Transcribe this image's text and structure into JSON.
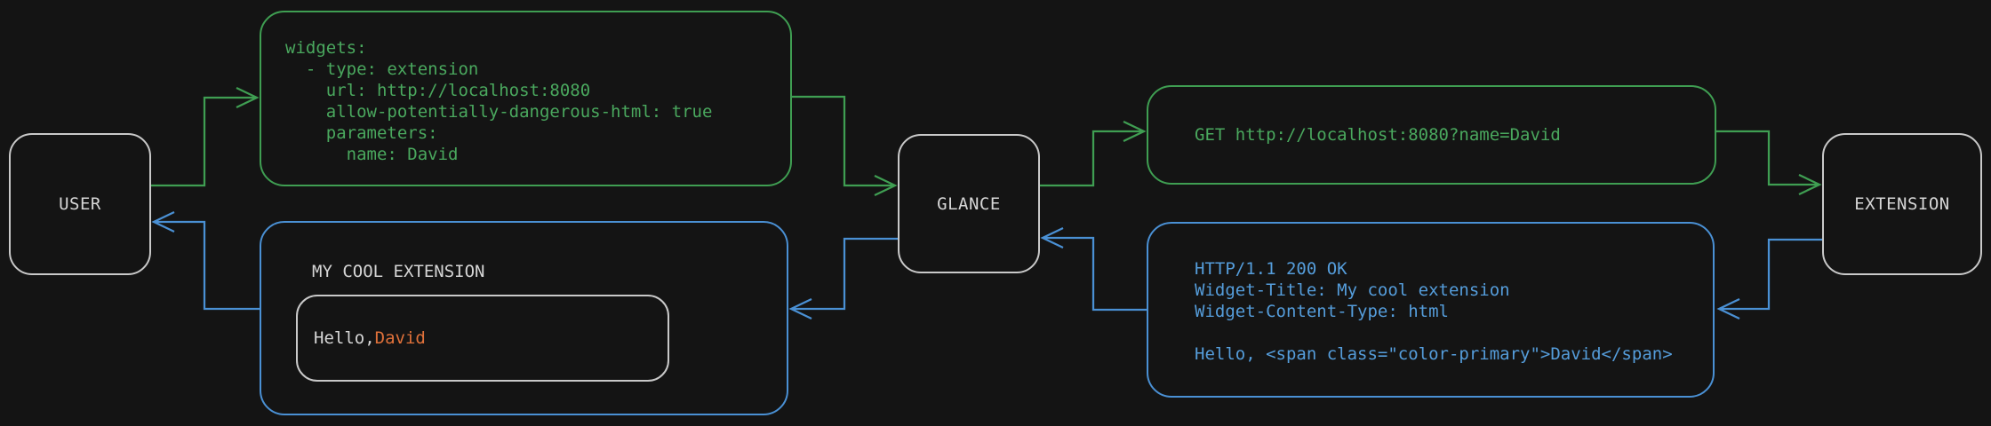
{
  "colors": {
    "bg": "#141414",
    "request": "#3f9e52",
    "request_text": "#4aa85e",
    "response": "#4a90d4",
    "response_text": "#559ddb",
    "node_border": "#c9c9c9",
    "text_light": "#d6d6d6",
    "accent_orange": "#e0713a"
  },
  "nodes": {
    "user": {
      "label": "USER"
    },
    "glance": {
      "label": "GLANCE"
    },
    "extension": {
      "label": "EXTENSION"
    }
  },
  "config_box": {
    "lines": [
      "widgets:",
      "  - type: extension",
      "    url: http://localhost:8080",
      "    allow-potentially-dangerous-html: true",
      "    parameters:",
      "      name: David"
    ]
  },
  "request_box": {
    "text": "GET http://localhost:8080?name=David"
  },
  "response_box": {
    "lines": [
      "HTTP/1.1 200 OK",
      "Widget-Title: My cool extension",
      "Widget-Content-Type: html",
      "",
      "Hello, <span class=\"color-primary\">David</span>"
    ]
  },
  "widget_box": {
    "title": "MY COOL EXTENSION",
    "greeting_prefix": "Hello, ",
    "greeting_name": "David"
  }
}
